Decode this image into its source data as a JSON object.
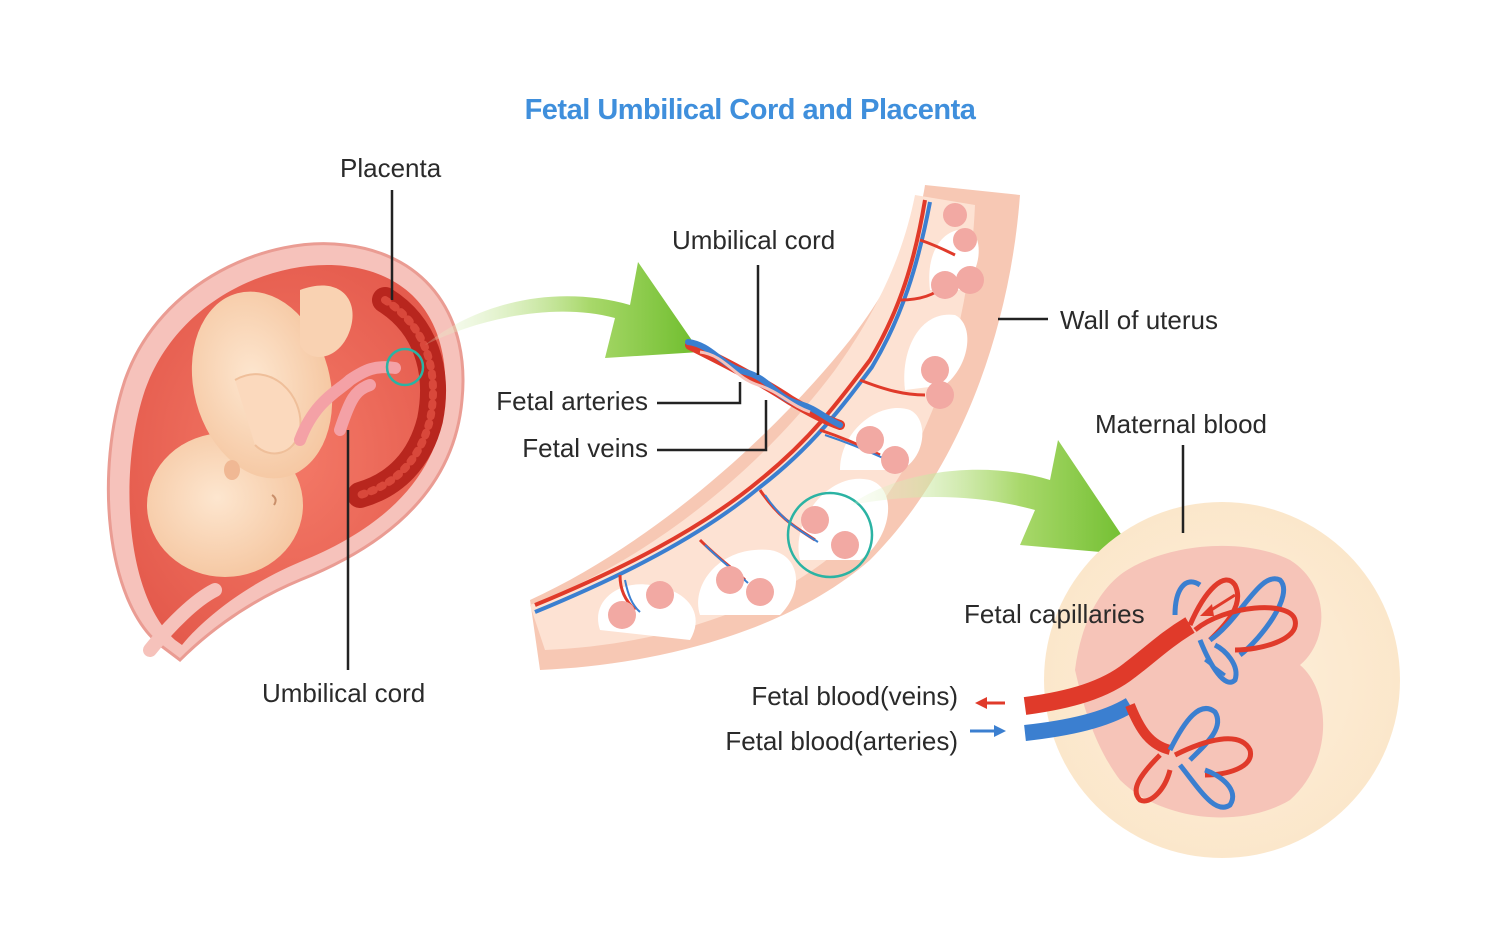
{
  "title": "Fetal Umbilical Cord and Placenta",
  "labels": {
    "placenta": "Placenta",
    "umbilical_cord_left": "Umbilical cord",
    "umbilical_cord_mid": "Umbilical cord",
    "fetal_arteries": "Fetal arteries",
    "fetal_veins": "Fetal veins",
    "wall_of_uterus": "Wall of uterus",
    "maternal_blood": "Maternal blood",
    "fetal_capillaries": "Fetal capillaries",
    "fetal_blood_veins": "Fetal blood(veins)",
    "fetal_blood_arteries": "Fetal blood(arteries)"
  },
  "colors": {
    "title": "#3f8fdc",
    "artery_red": "#e03a2a",
    "vein_blue": "#3b7fd0",
    "arrow_green": "#7cc23a",
    "uterus_pink": "#f2b2ac",
    "placenta_peach": "#f8dccd",
    "magnifier_teal": "#2bb3a3"
  }
}
